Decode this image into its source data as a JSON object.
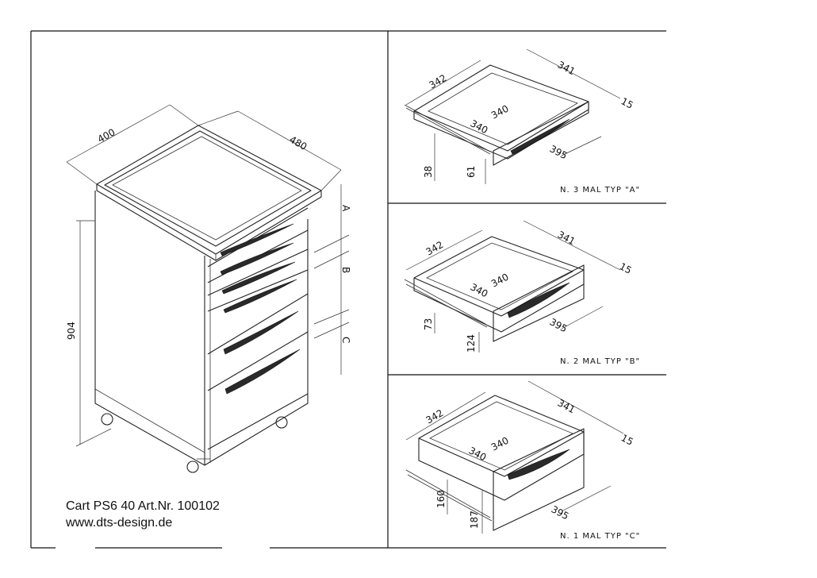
{
  "caption": {
    "title": "Cart  PS6 40 Art.Nr. 100102",
    "website": "www.dts-design.de"
  },
  "cart": {
    "width": "400",
    "depth": "480",
    "height": "904",
    "section_a": "A",
    "section_b": "B",
    "section_c": "C"
  },
  "drawers": [
    {
      "label": "N. 3 MAL  TYP \"A\"",
      "dim_width_back": "342",
      "dim_depth_side": "341",
      "dim_thickness": "15",
      "dim_inner_1": "340",
      "dim_inner_2": "340",
      "dim_front": "395",
      "dim_height_1": "38",
      "dim_height_2": "61"
    },
    {
      "label": "N. 2 MAL  TYP \"B\"",
      "dim_width_back": "342",
      "dim_depth_side": "341",
      "dim_thickness": "15",
      "dim_inner_1": "340",
      "dim_inner_2": "340",
      "dim_front": "395",
      "dim_height_1": "73",
      "dim_height_2": "124"
    },
    {
      "label": "N. 1 MAL  TYP \"C\"",
      "dim_width_back": "342",
      "dim_depth_side": "341",
      "dim_thickness": "15",
      "dim_inner_1": "340",
      "dim_inner_2": "340",
      "dim_front": "395",
      "dim_height_1": "160",
      "dim_height_2": "187"
    }
  ]
}
